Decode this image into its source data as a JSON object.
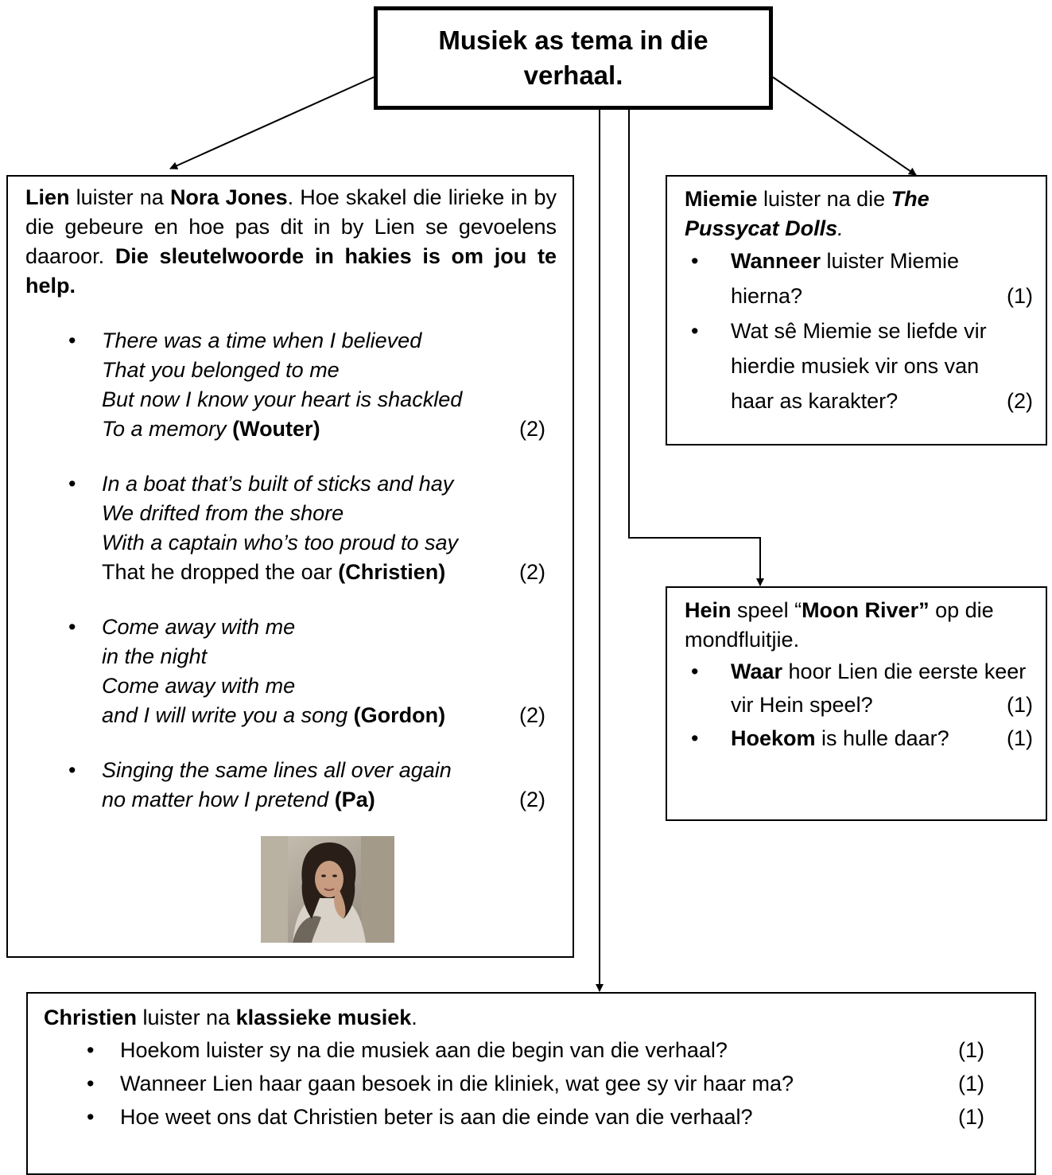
{
  "title": "Musiek as tema in die verhaal.",
  "lien": {
    "name": "Lien",
    "t1": " luister na ",
    "artist": "Nora Jones",
    "t2": ". Hoe skakel die lirieke in by die gebeure en hoe pas dit in by Lien se gevoelens daaroor. ",
    "hint": "Die sleutelwoorde in hakies is om jou te help.",
    "verses": [
      {
        "lines": [
          "There was a time when I believed",
          "That you belonged to me",
          "But now I know your heart is shackled",
          "To a memory"
        ],
        "key": "(Wouter)",
        "mark": "(2)"
      },
      {
        "lines": [
          "In a boat that’s built of sticks and hay",
          "We drifted from the shore",
          "With a captain who’s too proud to say",
          "That he dropped the oar"
        ],
        "key": "(Christien)",
        "mark": "(2)"
      },
      {
        "lines": [
          "Come away with me",
          "in the night",
          "Come away with me",
          "and I will write you a song"
        ],
        "key": "(Gordon)",
        "mark": "(2)"
      },
      {
        "lines": [
          "Singing the same lines all over again",
          "no matter how I pretend"
        ],
        "key": "(Pa)",
        "mark": "(2)"
      }
    ]
  },
  "miemie": {
    "name": "Miemie",
    "t1": " luister na die ",
    "band": "The Pussycat Dolls",
    "dot": ".",
    "q1_bold": "Wanneer",
    "q1_rest": " luister Miemie hierna?",
    "q1_mark": "(1)",
    "q2": "Wat sê Miemie se liefde vir hierdie musiek vir ons van haar as karakter?",
    "q2_mark": "(2)"
  },
  "hein": {
    "name": "Hein",
    "t1": " speel “",
    "song": "Moon River”",
    "t2": " op die mondfluitjie.",
    "q1_bold": "Waar",
    "q1_rest": " hoor Lien die eerste keer vir Hein speel?",
    "q1_mark": "(1)",
    "q2_bold": "Hoekom",
    "q2_rest": " is hulle daar?",
    "q2_mark": "(1)"
  },
  "christien": {
    "name": "Christien",
    "t1": " luister na ",
    "genre": "klassieke musiek",
    "dot": ".",
    "questions": [
      {
        "text": "Hoekom luister sy na die musiek aan die begin van die verhaal?",
        "mark": "(1)"
      },
      {
        "text": "Wanneer Lien haar gaan besoek in die kliniek, wat gee sy vir haar ma?",
        "mark": "(1)"
      },
      {
        "text": "Hoe weet ons dat Christien beter is aan die einde van die verhaal?",
        "mark": "(1)"
      }
    ]
  },
  "bullet_symbol": "•",
  "colors": {
    "line": "#000000",
    "background": "#ffffff"
  }
}
